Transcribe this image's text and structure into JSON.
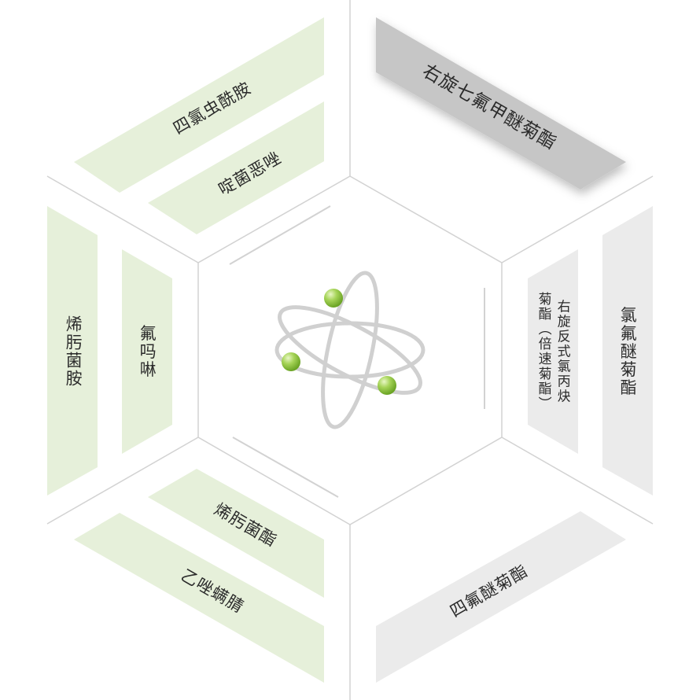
{
  "colors": {
    "green_panel": "#e6f0da",
    "gray_panel": "#ebebeb",
    "dark_panel": "#c6c6c6",
    "line": "#d2d2d2",
    "atom_orbit": "#d0d0d0",
    "atom_ball": "#8dc63f"
  },
  "icons": {
    "center": "atom-icon"
  },
  "labels": {
    "top_left_outer": "四氯虫酰胺",
    "top_left_inner": "啶菌恶唑",
    "left_outer": "烯肟菌胺",
    "left_inner": "氟吗啉",
    "bottom_left_inner": "烯肟菌酯",
    "bottom_left_outer": "乙唑螨腈",
    "top_right": "右旋七氟甲醚菊酯",
    "right_outer": "氯氟醚菊酯",
    "right_inner_line1": "右旋反式氯丙炔",
    "right_inner_line2": "菊酯（倍速菊酯）",
    "bottom_right": "四氟醚菊酯"
  }
}
